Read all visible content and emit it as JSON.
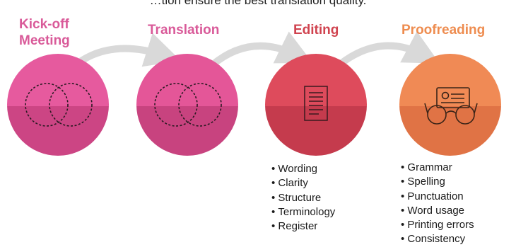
{
  "intro_text": "…tion ensure the best translation quality.",
  "stages": [
    {
      "label_lines": [
        "Kick-off",
        "Meeting"
      ],
      "icon": "rings-icon",
      "bullets": []
    },
    {
      "label_lines": [
        "Translation"
      ],
      "icon": "rings-icon",
      "bullets": []
    },
    {
      "label_lines": [
        "Editing"
      ],
      "icon": "document-icon",
      "bullets": [
        "Wording",
        "Clarity",
        "Structure",
        "Terminology",
        "Register"
      ]
    },
    {
      "label_lines": [
        "Proofreading"
      ],
      "icon": "glasses-icon",
      "bullets": [
        "Grammar",
        "Spelling",
        "Punctuation",
        "Word usage",
        "Printing errors",
        "Consistency"
      ]
    }
  ],
  "colors": {
    "kickoff_top": "#e65a9e",
    "kickoff_bottom": "#cc4584",
    "translation_top": "#e45698",
    "translation_bottom": "#c8437f",
    "editing_top": "#de4b5c",
    "editing_bottom": "#c53b4d",
    "proofreading_top": "#f08a55",
    "proofreading_bottom": "#e07345",
    "label_pink": "#d95a99",
    "label_red": "#d0434f",
    "label_orange": "#ee8c4f",
    "arrow_gray": "#d9d9d9"
  }
}
